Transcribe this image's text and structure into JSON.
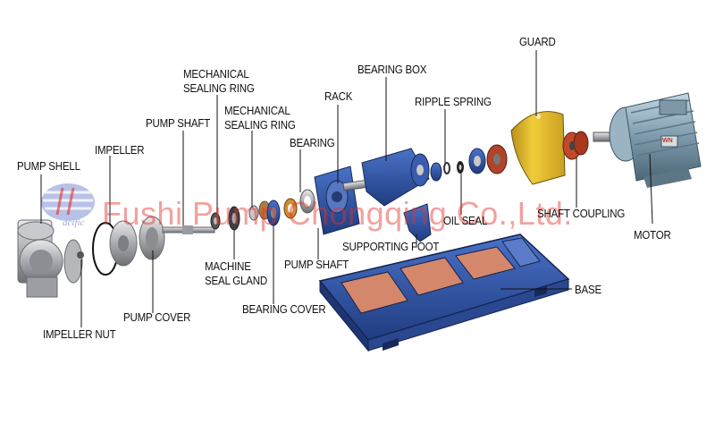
{
  "watermark": "Fushi Pump Chongqing Co.,Ltd.",
  "motor_plate": "WN",
  "labels": {
    "pump_shell": "PUMP SHELL",
    "impeller": "IMPELLER",
    "impeller_nut": "IMPELLER NUT",
    "pump_cover": "PUMP COVER",
    "pump_shaft_left": "PUMP SHAFT",
    "mech_ring_1_line1": "MECHANICAL",
    "mech_ring_1_line2": "SEALING RING",
    "mech_ring_2_line1": "MECHANICAL",
    "mech_ring_2_line2": "SEALING RING",
    "machine_gland_line1": "MACHINE",
    "machine_gland_line2": "SEAL GLAND",
    "bearing": "BEARING",
    "bearing_cover": "BEARING COVER",
    "rack": "RACK",
    "bearing_box": "BEARING BOX",
    "pump_shaft_mid": "PUMP SHAFT",
    "supporting_foot": "SUPPORTING FOOT",
    "ripple_spring": "RIPPLE SPRING",
    "oil_seal": "OIL SEAL",
    "guard": "GUARD",
    "shaft_coupling": "SHAFT COUPLING",
    "motor": "MOTOR",
    "base": "BASE"
  }
}
